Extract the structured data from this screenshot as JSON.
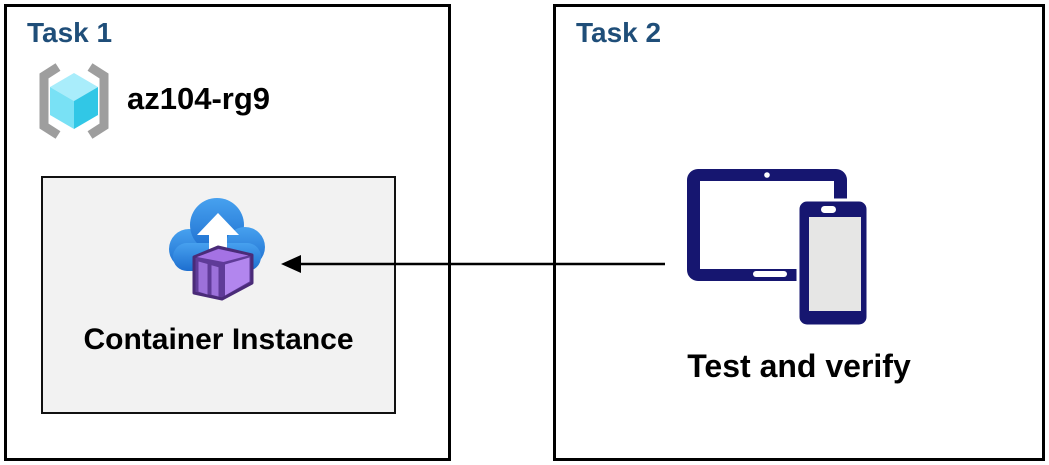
{
  "panels": {
    "task1": {
      "title": "Task 1",
      "resource_group_name": "az104-rg9",
      "container_label": "Container Instance"
    },
    "task2": {
      "title": "Task 2",
      "devices_label": "Test and verify"
    }
  },
  "arrow": {
    "from": "task2-devices",
    "to": "task1-container-instance-box",
    "direction": "left"
  },
  "icons": {
    "resource_group": "azure-resource-group-icon",
    "container_instance": "azure-container-instances-icon",
    "devices": "tablet-and-phone-icon"
  },
  "colors": {
    "title_navy": "#1F4E79",
    "panel_border": "#000000",
    "container_box_bg": "#F2F2F2",
    "container_box_border": "#111111",
    "cloud_blue_top": "#47A1EF",
    "cloud_blue_bottom": "#1D6ECF",
    "container_purple_dark": "#5F3B98",
    "container_purple_top": "#A472E4",
    "container_purple_side": "#B286EE",
    "container_stripe": "#9C71DA",
    "cube_top": "#A9EDFB",
    "cube_left": "#79E1F5",
    "cube_right": "#31C7E6",
    "bracket_gray": "#9E9E9E",
    "device_navy": "#161670",
    "phone_screen_gray": "#E6E6E5",
    "arrow_black": "#000000"
  }
}
